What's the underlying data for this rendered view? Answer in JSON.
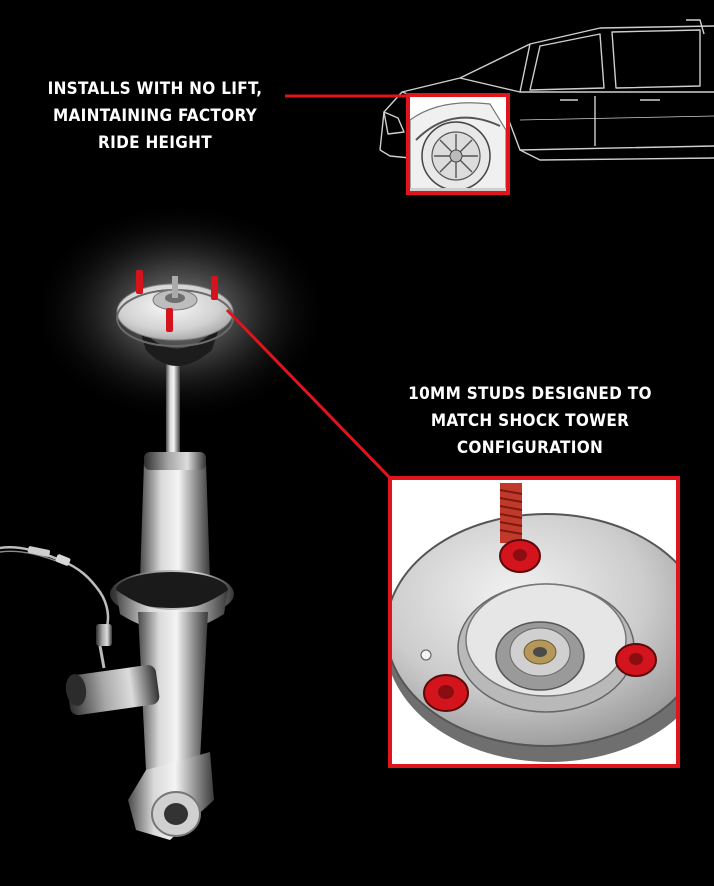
{
  "callouts": {
    "lift": {
      "lines": [
        "INSTALLS WITH NO LIFT,",
        "MAINTAINING FACTORY",
        "RIDE HEIGHT"
      ]
    },
    "studs": {
      "lines": [
        "10MM STUDS DESIGNED TO",
        "MATCH SHOCK TOWER",
        "CONFIGURATION"
      ]
    }
  },
  "colors": {
    "background": "#000000",
    "accent_red": "#e0141b",
    "text": "#ffffff",
    "stud_red": "#d4141c"
  },
  "icons": {
    "truck": "pickup-truck-outline",
    "strut": "shock-strut-assembly",
    "mount": "top-mount-plate"
  }
}
